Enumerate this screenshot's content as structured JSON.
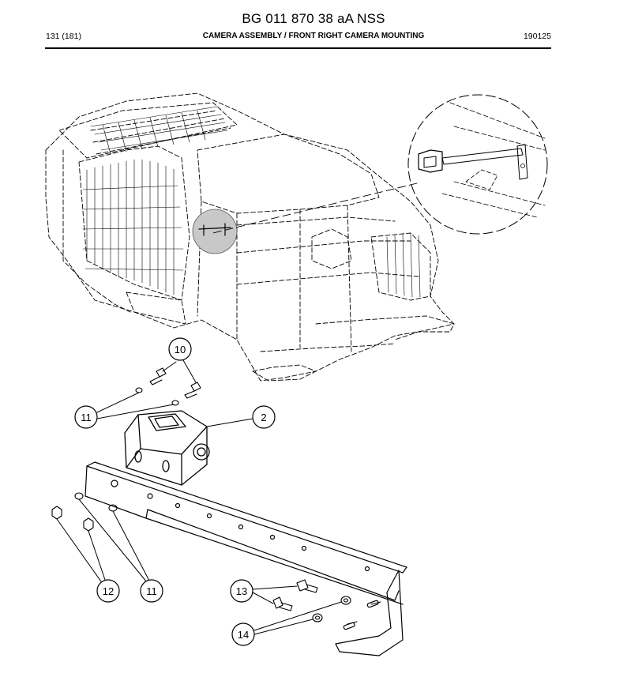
{
  "header": {
    "doc_title": "BG 011 870 38 aA NSS",
    "page": "131 (181)",
    "section": "CAMERA ASSEMBLY / FRONT RIGHT CAMERA MOUNTING",
    "code": "190125"
  },
  "callouts": [
    "10",
    "11",
    "2",
    "12",
    "11",
    "13",
    "14"
  ]
}
